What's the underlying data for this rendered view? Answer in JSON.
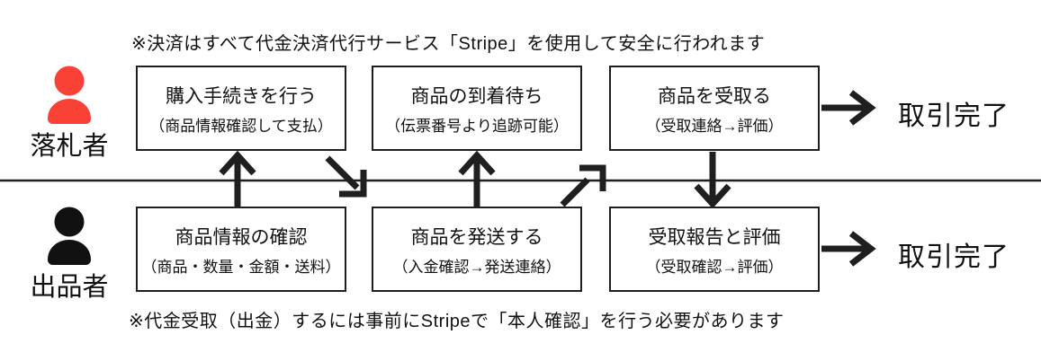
{
  "notes": {
    "top": "※決済はすべて代金決済代行サービス「Stripe」を使用して安全に行われます",
    "bottom": "※代金受取（出金）するには事前にStripeで「本人確認」を行う必要があります"
  },
  "actors": {
    "buyer": {
      "label": "落札者",
      "icon": "person-icon"
    },
    "seller": {
      "label": "出品者",
      "icon": "person-icon"
    }
  },
  "buyer_steps": [
    {
      "title": "購入手続きを行う",
      "subtitle": "（商品情報確認して支払）"
    },
    {
      "title": "商品の到着待ち",
      "subtitle": "（伝票番号より追跡可能）"
    },
    {
      "title": "商品を受取る",
      "subtitle": "（受取連絡→評価）"
    }
  ],
  "seller_steps": [
    {
      "title": "商品情報の確認",
      "subtitle": "（商品・数量・金額・送料）"
    },
    {
      "title": "商品を発送する",
      "subtitle": "（入金確認→発送連絡）"
    },
    {
      "title": "受取報告と評価",
      "subtitle": "（受取確認→評価）"
    }
  ],
  "completion": {
    "buyer": "取引完了",
    "seller": "取引完了"
  },
  "icons": {
    "buyer": "person-icon",
    "seller": "person-icon",
    "flow": [
      "up-arrow-icon",
      "down-right-arrow-icon",
      "up-arrow-icon",
      "up-right-arrow-icon",
      "down-arrow-icon",
      "right-arrow-icon",
      "right-arrow-icon"
    ]
  },
  "colors": {
    "buyer_accent": "#f94136",
    "seller_accent": "#111111",
    "foreground": "#1f1f1f",
    "background": "#ffffff"
  }
}
